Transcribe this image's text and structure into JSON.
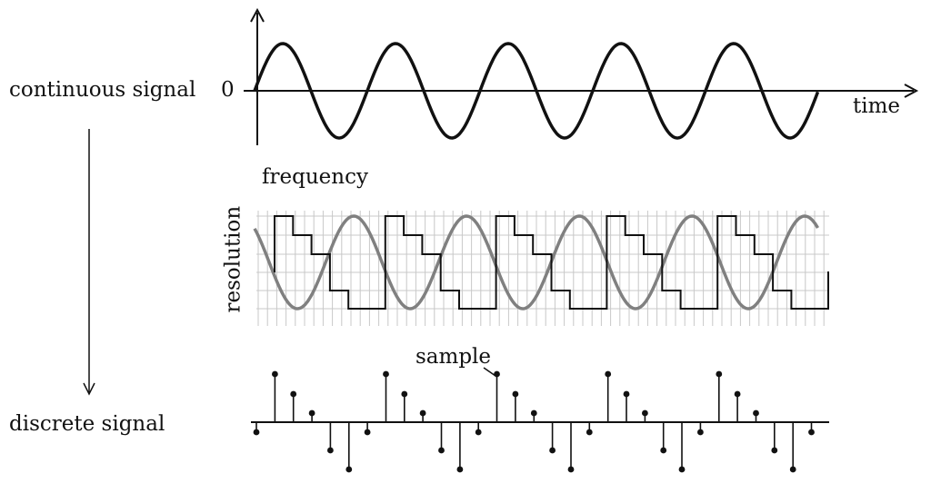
{
  "labels": {
    "continuous": "continuous signal",
    "discrete": "discrete signal",
    "zero": "0",
    "time": "time",
    "frequency": "frequency",
    "resolution": "resolution",
    "sample": "sample"
  },
  "colors": {
    "ink": "#111111",
    "wave_grey": "#808080",
    "grid": "#c8c8c8"
  },
  "signal": {
    "cycles": 5,
    "samples_per_cycle": 6,
    "quantization_levels": 6
  }
}
